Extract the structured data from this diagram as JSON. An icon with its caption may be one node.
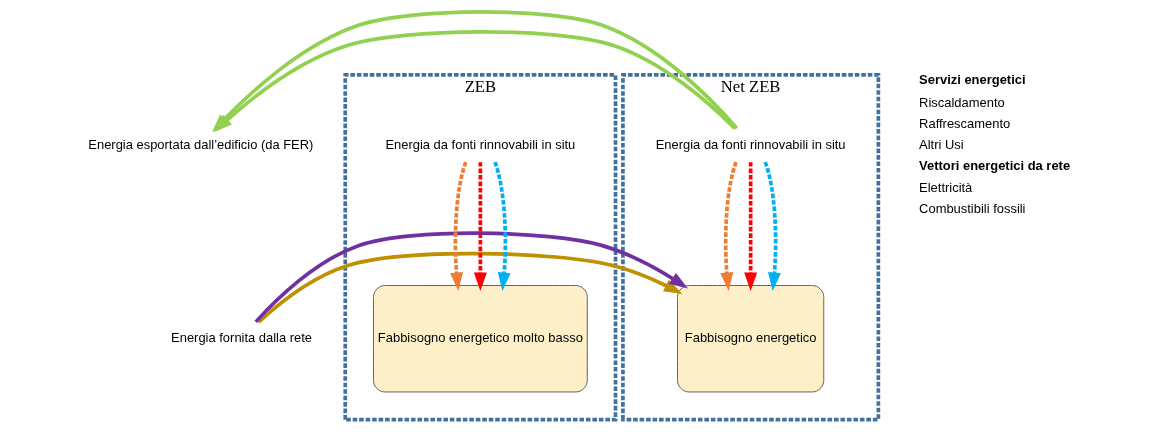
{
  "diagram": {
    "nodes": [
      {
        "text": [
          "ZEB"
        ]
      },
      {
        "text": [
          "Energia da fonti rinnovabili in situ"
        ],
        "in": 0
      },
      {
        "text": [
          "Fabbisogno energetico molto basso"
        ],
        "in": 0
      },
      {
        "text": [
          "Net ZEB"
        ]
      },
      {
        "text": [
          "Energia da fonti rinnovabili in situ"
        ],
        "in": 3
      },
      {
        "text": [
          "Fabbisogno energetico"
        ],
        "in": 3
      },
      {
        "text": [
          "Energia esportata dall’edificio (da FER)"
        ]
      },
      {
        "text": [
          "Energia fornita dalla rete"
        ]
      }
    ],
    "edges": [
      {
        "from": 1,
        "to": 2,
        "arrow": "to",
        "style": "dashed",
        "color": "#ed7d31"
      },
      {
        "from": 1,
        "to": 2,
        "arrow": "to",
        "style": "dashed",
        "color": "#ff0000"
      },
      {
        "from": 1,
        "to": 2,
        "arrow": "to",
        "style": "dashed",
        "color": "#00b0f0"
      },
      {
        "from": 4,
        "to": 6,
        "arrow": "to",
        "color": "#92d050"
      },
      {
        "from": 4,
        "to": 6,
        "arrow": "to",
        "color": "#92d050"
      },
      {
        "from": 4,
        "to": 5,
        "arrow": "to",
        "style": "dashed",
        "color": "#ed7d31"
      },
      {
        "from": 4,
        "to": 5,
        "arrow": "to",
        "style": "dashed",
        "color": "#ff0000"
      },
      {
        "from": 4,
        "to": 5,
        "arrow": "to",
        "style": "dashed",
        "color": "#00b0f0"
      },
      {
        "from": 7,
        "to": 5,
        "arrow": "to",
        "color": "#bf9000"
      },
      {
        "from": 7,
        "to": 5,
        "arrow": "to",
        "color": "#7030a0"
      }
    ],
    "labels": [
      "Servizi energetici",
      "Vettori energetici da rete"
    ],
    "legend": [
      {
        "text": "Riscaldamento"
      },
      {
        "text": "Raffrescamento"
      },
      {
        "text": "Altri Usi"
      },
      {
        "text": "Elettricità"
      },
      {
        "text": "Combustibili fossili"
      }
    ]
  }
}
